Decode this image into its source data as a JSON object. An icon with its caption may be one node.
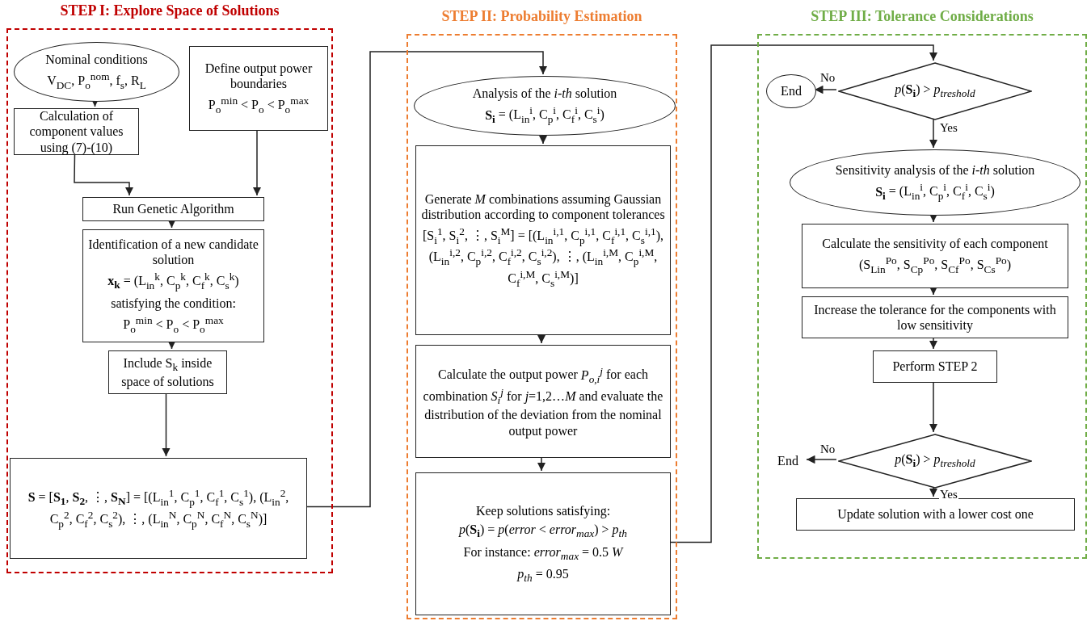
{
  "diagram": {
    "nodes": [
      {
        "text": [
          "STEP I: Explore Space of Solutions"
        ]
      },
      {
        "text": [
          "Nominal conditions",
          "V$_{DC}$, P$_{o}$$^{nom}$, f$_{s}$, R$_{L}$"
        ],
        "in": 0
      },
      {
        "text": [
          "Define output power boundaries",
          "P$_{o}$$^{min}$ < P$_{o}$ < P$_{o}$$^{max}$"
        ],
        "in": 0
      },
      {
        "text": [
          "Calculation of component values using (7)-(10)"
        ],
        "in": 0
      },
      {
        "text": [
          "Run Genetic Algorithm"
        ],
        "in": 0
      },
      {
        "text": [
          "Identification of a new candidate solution",
          "**x$_{k}$** = (L$_{in}$$^{k}$, C$_{p}$$^{k}$, C$_{f}$$^{k}$, C$_{s}$$^{k}$)",
          "satisfying the condition:",
          "P$_{o}$$^{min}$ < P$_{o}$ < P$_{o}$$^{max}$"
        ],
        "in": 0
      },
      {
        "text": [
          "Include S$_{k}$ inside space of solutions"
        ],
        "in": 0
      },
      {
        "text": [
          "**S** = [**S$_{1}$**, **S$_{2}$**, ⋮, **S$_{N}$**] = [(L$_{in}$$^{1}$, C$_{p}$$^{1}$, C$_{f}$$^{1}$, C$_{s}$$^{1}$), (L$_{in}$$^{2}$, C$_{p}$$^{2}$, C$_{f}$$^{2}$, C$_{s}$$^{2}$), ⋮, (L$_{in}$$^{N}$, C$_{p}$$^{N}$, C$_{f}$$^{N}$, C$_{s}$$^{N}$)]"
        ],
        "in": 0
      },
      {
        "text": [
          "STEP II: Probability Estimation"
        ]
      },
      {
        "text": [
          "Analysis of the *i-th* solution",
          "**S$_{i}$** = (L$_{in}$$^{i}$, C$_{p}$$^{i}$, C$_{f}$$^{i}$, C$_{s}$$^{i}$)"
        ],
        "in": 8
      },
      {
        "text": [
          "Generate *M* combinations assuming Gaussian distribution according to component tolerances",
          "[S$_{i}$$^{1}$, S$_{i}$$^{2}$, ⋮, S$_{i}$$^{M}$] = [(L$_{in}$$^{i,1}$, C$_{p}$$^{i,1}$, C$_{f}$$^{i,1}$, C$_{s}$$^{i,1}$), (L$_{in}$$^{i,2}$, C$_{p}$$^{i,2}$, C$_{f}$$^{i,2}$, C$_{s}$$^{i,2}$), ⋮, (L$_{in}$$^{i,M}$, C$_{p}$$^{i,M}$, C$_{f}$$^{i,M}$, C$_{s}$$^{i,M}$)]"
        ],
        "in": 8
      },
      {
        "text": [
          "Calculate the output power *P$_{o,i}$$^{j}$* for each combination *S$_{i}$$^{j}$* for *j*=1,2…*M* and evaluate the distribution of the deviation from the nominal output power"
        ],
        "in": 8
      },
      {
        "text": [
          "Keep solutions satisfying:",
          "*p*(**S$_{i}$**) = *p*(*error* < *error$_{max}$*) > *p$_{th}$*",
          "For instance: *error$_{max}$* = 0.5 *W*",
          "*p$_{th}$* = 0.95"
        ],
        "in": 8
      },
      {
        "text": [
          "STEP III: Tolerance Considerations"
        ]
      },
      {
        "text": [
          "*p*(**S$_{i}$**) > *p$_{treshold}$*"
        ],
        "in": 13
      },
      {
        "text": [
          "End"
        ],
        "in": 13
      },
      {
        "text": [
          "Sensitivity analysis of the *i-th* solution",
          "**S$_{i}$** = (L$_{in}$$^{i}$, C$_{p}$$^{i}$, C$_{f}$$^{i}$, C$_{s}$$^{i}$)"
        ],
        "in": 13
      },
      {
        "text": [
          "Calculate the sensitivity of each component",
          "(S$_{Lin}$$^{Po}$, S$_{Cp}$$^{Po}$, S$_{Cf}$$^{Po}$, S$_{Cs}$$^{Po}$)"
        ],
        "in": 13
      },
      {
        "text": [
          "Increase the tolerance for the components with low sensitivity"
        ],
        "in": 13
      },
      {
        "text": [
          "Perform STEP 2"
        ],
        "in": 13
      },
      {
        "text": [
          "*p*(**S$_{i}$**) > *p$_{treshold}$*"
        ],
        "in": 13
      },
      {
        "text": [
          "End"
        ],
        "in": 13
      },
      {
        "text": [
          "Update solution with a lower cost one"
        ],
        "in": 13
      }
    ],
    "edges": [
      {
        "from": 1,
        "to": 3,
        "arrow": "to"
      },
      {
        "from": 2,
        "to": 4,
        "arrow": "to"
      },
      {
        "from": 3,
        "to": 4,
        "arrow": "to"
      },
      {
        "from": 4,
        "to": 5,
        "arrow": "to"
      },
      {
        "from": 5,
        "to": 6,
        "arrow": "to"
      },
      {
        "from": 6,
        "to": 7,
        "arrow": "to"
      },
      {
        "from": 7,
        "to": 9,
        "arrow": "to"
      },
      {
        "from": 9,
        "to": 10,
        "arrow": "to"
      },
      {
        "from": 10,
        "to": 11,
        "arrow": "to"
      },
      {
        "from": 11,
        "to": 12,
        "arrow": "to"
      },
      {
        "from": 12,
        "to": 14,
        "arrow": "to"
      },
      {
        "from": 14,
        "to": 15,
        "arrow": "to",
        "label": "No"
      },
      {
        "from": 14,
        "to": 16,
        "arrow": "to",
        "label": "Yes"
      },
      {
        "from": 16,
        "to": 17,
        "arrow": "to"
      },
      {
        "from": 17,
        "to": 18,
        "arrow": "to"
      },
      {
        "from": 18,
        "to": 19,
        "arrow": "to"
      },
      {
        "from": 19,
        "to": 20,
        "arrow": "to"
      },
      {
        "from": 20,
        "to": 21,
        "arrow": "to",
        "label": "No"
      },
      {
        "from": 20,
        "to": 22,
        "arrow": "to",
        "label": "Yes"
      }
    ]
  }
}
